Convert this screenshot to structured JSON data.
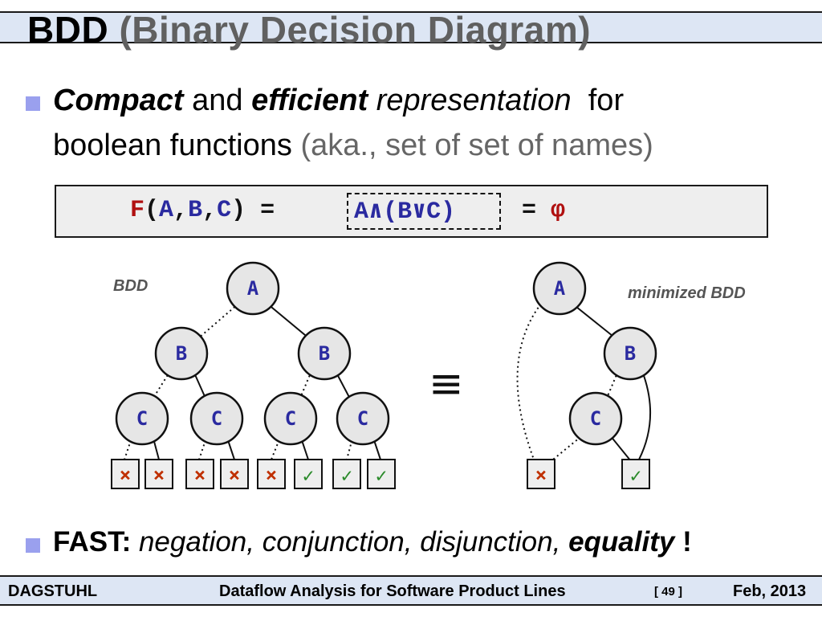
{
  "title": {
    "part1": "BDD",
    "part2": "(Binary Decision Diagram)"
  },
  "bullet1": {
    "w1": "Compact",
    "w2": "and",
    "w3": "efficient",
    "w4": "representation",
    "w5": "for",
    "line2_main": "boolean functions",
    "line2_aside": "(aka., set of set of names)"
  },
  "formula": {
    "fn": "F",
    "open": "(",
    "a": "A",
    "c1": ",",
    "b": "B",
    "c2": ",",
    "c": "C",
    "close": ")",
    "eq1": " =",
    "boxed": "A∧(B∨C)",
    "eq2": "= ",
    "phi": "φ"
  },
  "diagram": {
    "left_label": "BDD",
    "right_label": "minimized BDD",
    "equivalence_symbol": "≡",
    "node_labels": {
      "a": "A",
      "b": "B",
      "c": "C"
    },
    "leaf_false": "×",
    "leaf_true": "✓",
    "left_leaves": [
      "×",
      "×",
      "×",
      "×",
      "×",
      "✓",
      "✓",
      "✓"
    ],
    "right_leaves": [
      "×",
      "✓"
    ],
    "colors": {
      "false_leaf": "#c03000",
      "true_leaf": "#2a8a2a",
      "node_fill": "#e6e6e6",
      "node_text": "#2a2aa0"
    }
  },
  "bullet2": {
    "label": "FAST:",
    "items": "negation, conjunction, disjunction,",
    "last": "equality",
    "bang": "!"
  },
  "footer": {
    "left": "DAGSTUHL",
    "center": "Dataflow Analysis for Software Product Lines",
    "page": "[ 49 ]",
    "date": "Feb, 2013"
  }
}
